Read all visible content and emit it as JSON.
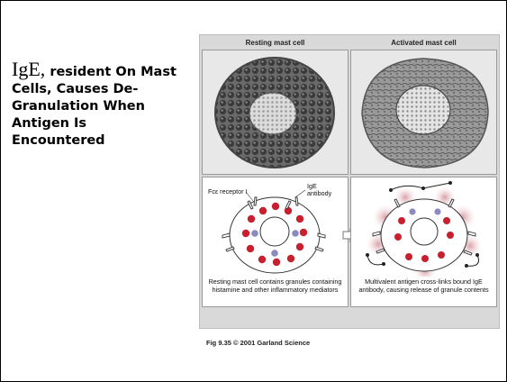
{
  "slide": {
    "title": {
      "ige": "IgE,",
      "rest": " resident On Mast Cells, Causes De-Granulation When Antigen Is Encountered"
    }
  },
  "figure": {
    "header_resting": "Resting mast cell",
    "header_activated": "Activated mast cell",
    "label_receptor": "Fcε receptor I",
    "label_ige_1": "IgE",
    "label_ige_2": "antibody",
    "caption_resting": "Resting mast cell contains granules containing histamine and other inflammatory mediators",
    "caption_activated": "Multivalent antigen cross-links bound IgE antibody, causing release of granule contents",
    "credit": "Fig 9.35 © 2001 Garland Science"
  }
}
